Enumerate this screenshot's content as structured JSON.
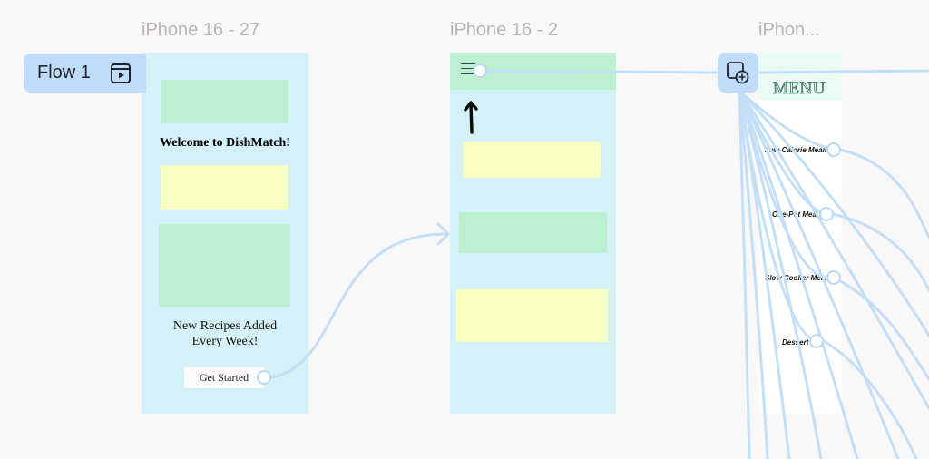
{
  "frames": {
    "left": {
      "label": "iPhone 16 - 27"
    },
    "middle": {
      "label": "iPhone 16 - 2"
    },
    "right": {
      "label": "iPhon..."
    }
  },
  "flow": {
    "label": "Flow 1",
    "play_icon": "play-prototype-icon"
  },
  "welcome_frame": {
    "title": "Welcome to DishMatch!",
    "tagline_line1": "New Recipes Added",
    "tagline_line2": "Every Week!",
    "cta_label": "Get Started"
  },
  "menu_frame": {
    "title": "MENU",
    "items": [
      "Low-Calorie Meals",
      "One-Pot Meals",
      "Slow Cooker Meals",
      "Dessert"
    ]
  },
  "icons": {
    "hamburger": "hamburger-menu-icon",
    "arrow": "up-arrow-icon",
    "add_interaction": "add-interaction-icon"
  },
  "colors": {
    "canvas": "#f9f7f8",
    "frame_fill": "#d5f1f8",
    "block_green": "#bbf1d1",
    "block_yellow": "#f8fdc1",
    "connector": "#c0dcfa"
  }
}
